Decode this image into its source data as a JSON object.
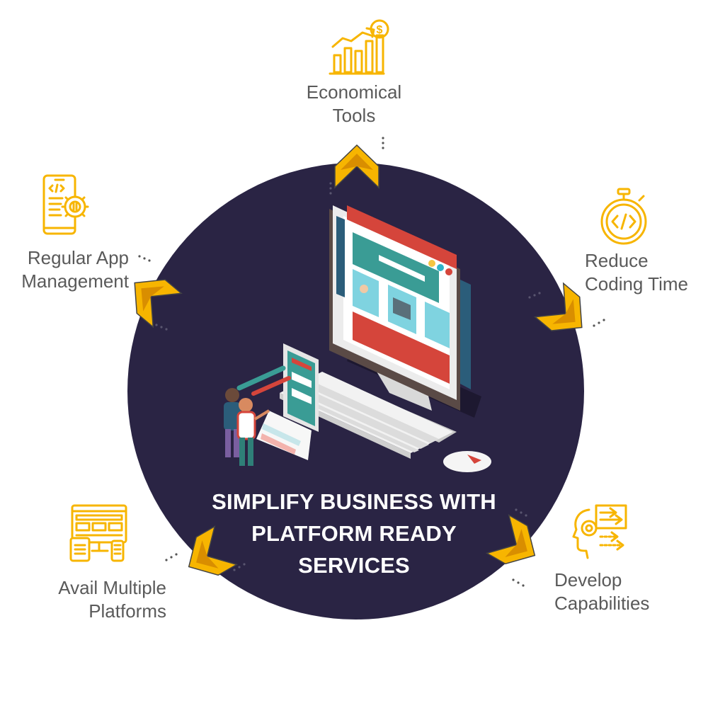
{
  "diagram": {
    "headline_lines": [
      "SIMPLIFY BUSINESS WITH",
      "PLATFORM READY",
      "SERVICES"
    ],
    "nodes": [
      {
        "id": "economical-tools",
        "lines": [
          "Economical",
          "Tools"
        ],
        "icon": "growth-chart-dollar-icon"
      },
      {
        "id": "reduce-coding-time",
        "lines": [
          "Reduce",
          "Coding Time"
        ],
        "icon": "stopwatch-code-icon"
      },
      {
        "id": "develop-capabilities",
        "lines": [
          "Develop",
          "Capabilities"
        ],
        "icon": "head-gear-arrows-icon"
      },
      {
        "id": "avail-multiple-platforms",
        "lines": [
          "Avail Multiple",
          "Platforms"
        ],
        "icon": "multi-device-icon"
      },
      {
        "id": "regular-app-management",
        "lines": [
          "Regular App",
          "Management"
        ],
        "icon": "mobile-code-gear-icon"
      }
    ],
    "center_illustration": "developer-workstation-illustration"
  },
  "colors": {
    "circle": "#2a2444",
    "accent": "#f7b500",
    "accent_dark": "#d98e00",
    "label_text": "#5a5a5a",
    "headline_text": "#ffffff"
  }
}
